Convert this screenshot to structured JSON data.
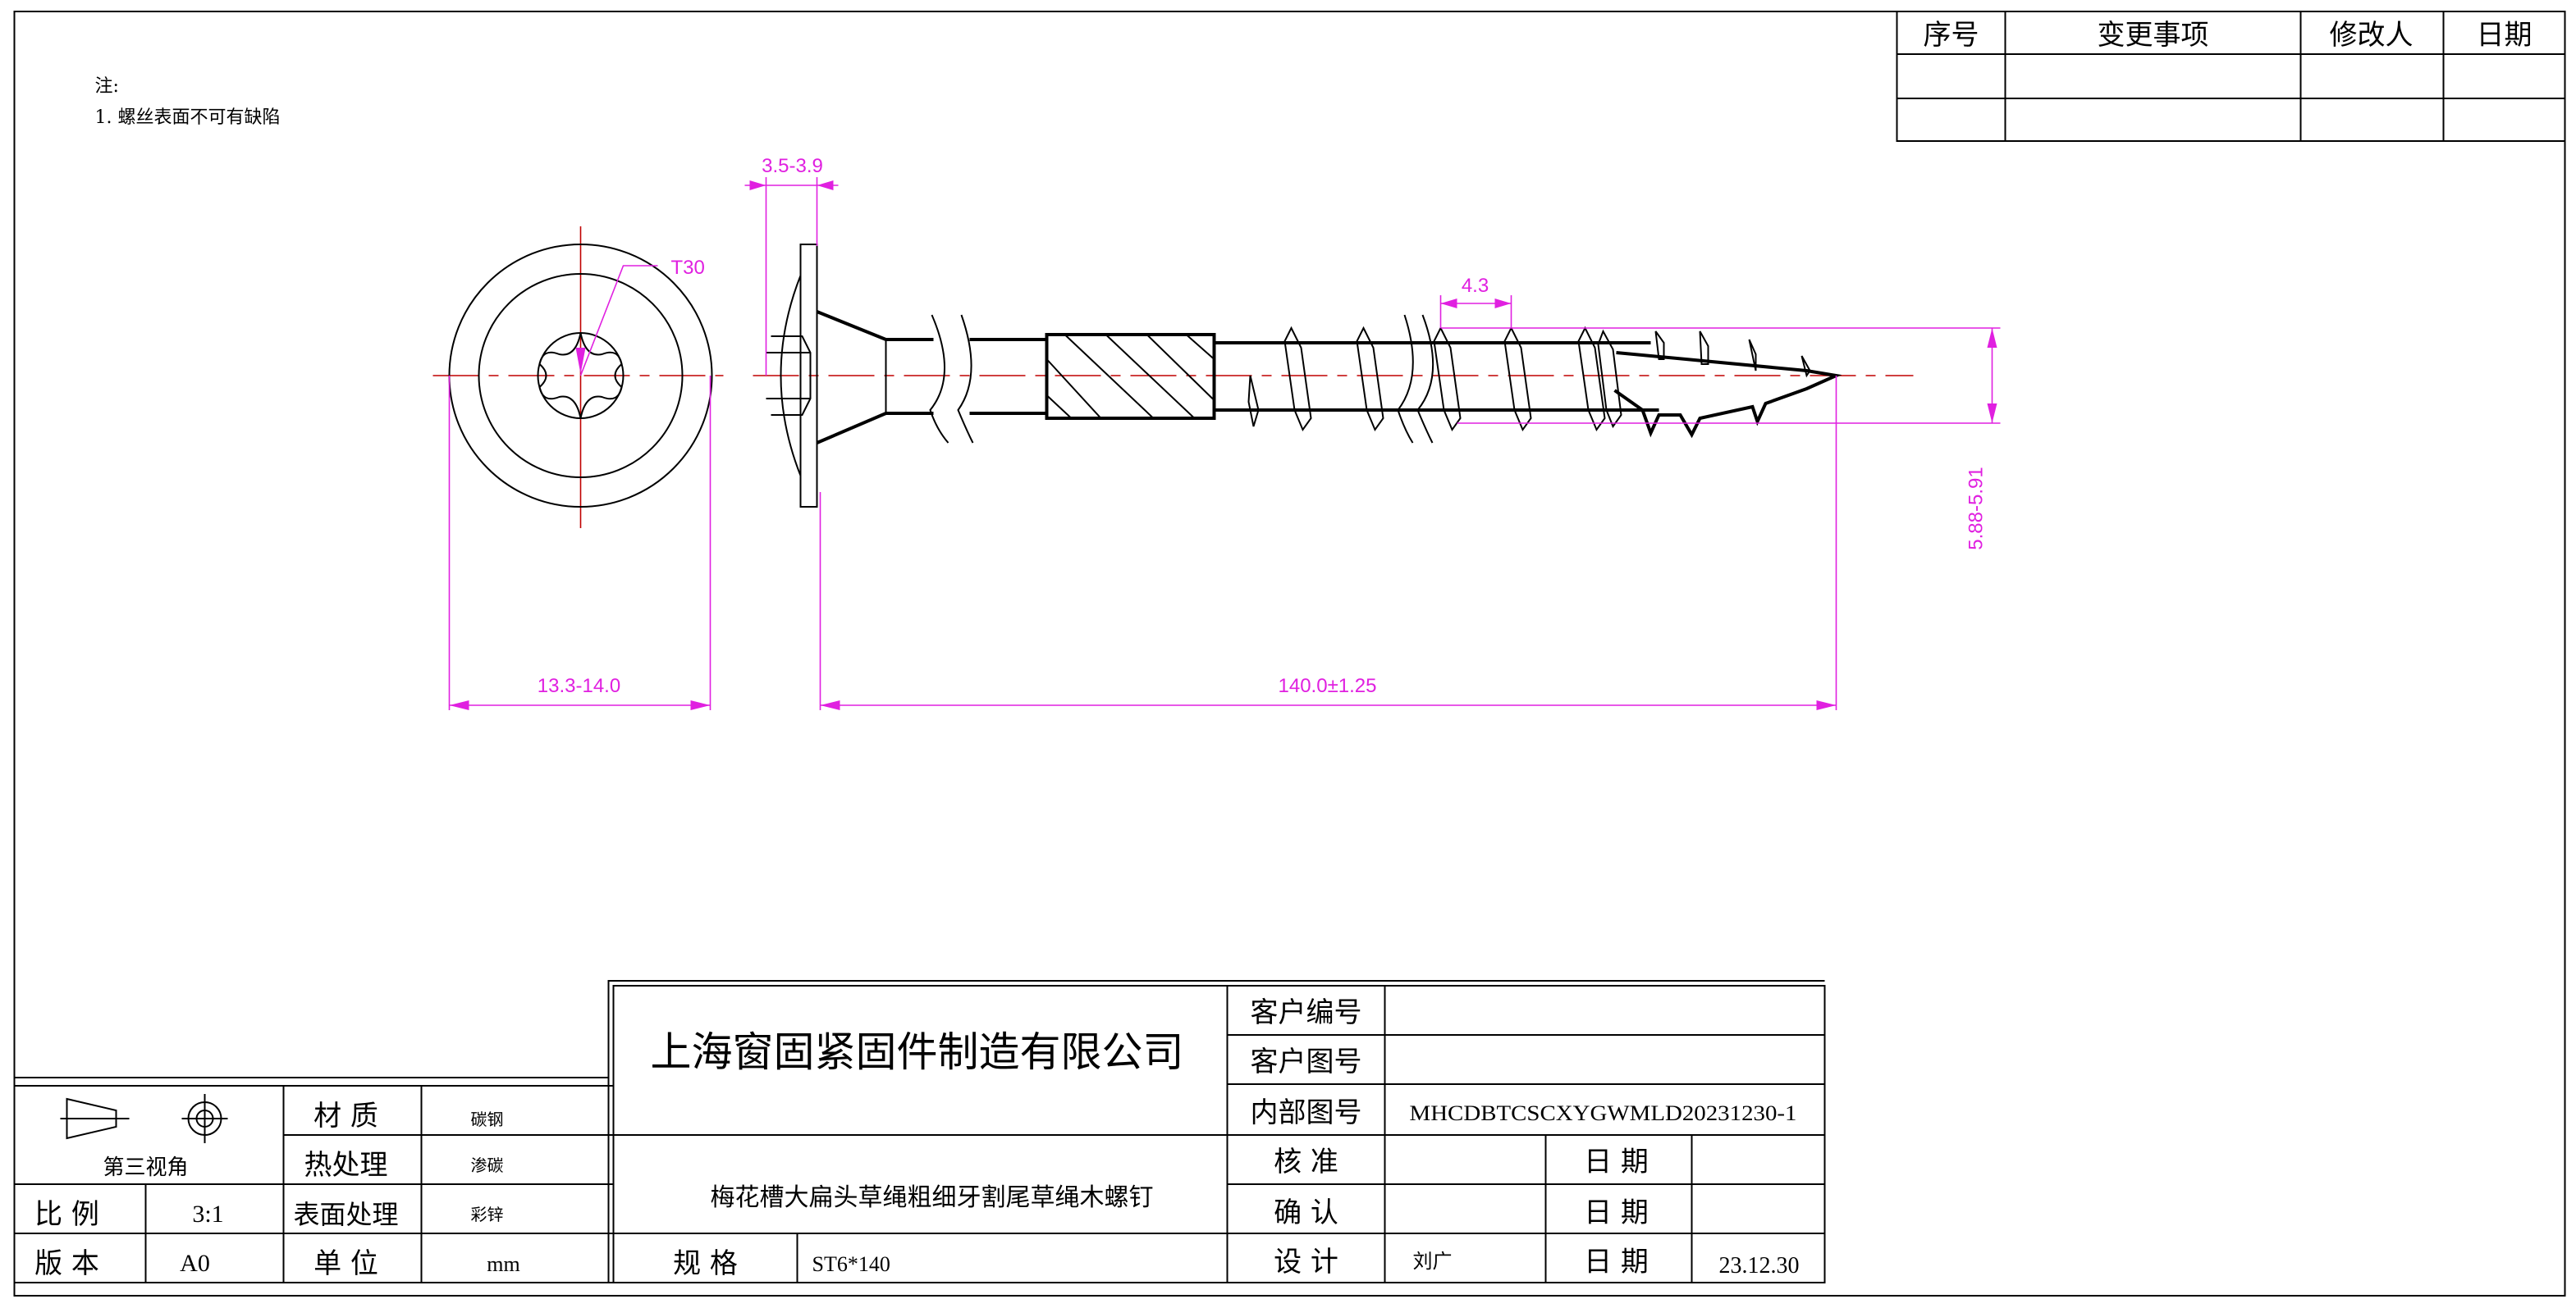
{
  "revision_table": {
    "headers": [
      "序号",
      "变更事项",
      "修改人",
      "日期"
    ],
    "rows": [
      [
        "",
        "",
        "",
        ""
      ],
      [
        "",
        "",
        "",
        ""
      ]
    ]
  },
  "notes": {
    "title": "注:",
    "items": [
      "1. 螺丝表面不可有缺陷"
    ]
  },
  "dimensions": {
    "drive": "T30",
    "head_thickness": "3.5-3.9",
    "pitch": "4.3",
    "thread_diameter": "5.88-5.91",
    "head_diameter": "13.3-14.0",
    "length": "140.0±1.25"
  },
  "title_block": {
    "company": "上海窗固紧固件制造有限公司",
    "product_name": "梅花槽大扁头草绳粗细牙割尾草绳木螺钉",
    "projection_label": "第三视角",
    "material_label": "材 质",
    "material_value": "碳钢",
    "heat_treatment_label": "热处理",
    "heat_treatment_value": "渗碳",
    "surface_label": "表面处理",
    "surface_value": "彩锌",
    "scale_label": "比 例",
    "scale_value": "3:1",
    "version_label": "版 本",
    "version_value": "A0",
    "unit_label": "单 位",
    "unit_value": "mm",
    "spec_label": "规 格",
    "spec_value": "ST6*140",
    "customer_no_label": "客户编号",
    "customer_no_value": "",
    "customer_drawing_label": "客户图号",
    "customer_drawing_value": "",
    "internal_drawing_label": "内部图号",
    "internal_drawing_value": "MHCDBTCSCXYGWMLD20231230-1",
    "approve_label": "核 准",
    "approve_value": "",
    "confirm_label": "确 认",
    "confirm_value": "",
    "design_label": "设 计",
    "design_value": "刘广",
    "date_label": "日 期",
    "approve_date": "",
    "confirm_date": "",
    "design_date": "23.12.30"
  },
  "colors": {
    "dimension": "#e020e0",
    "centerline": "#c00000",
    "line": "#000000"
  }
}
